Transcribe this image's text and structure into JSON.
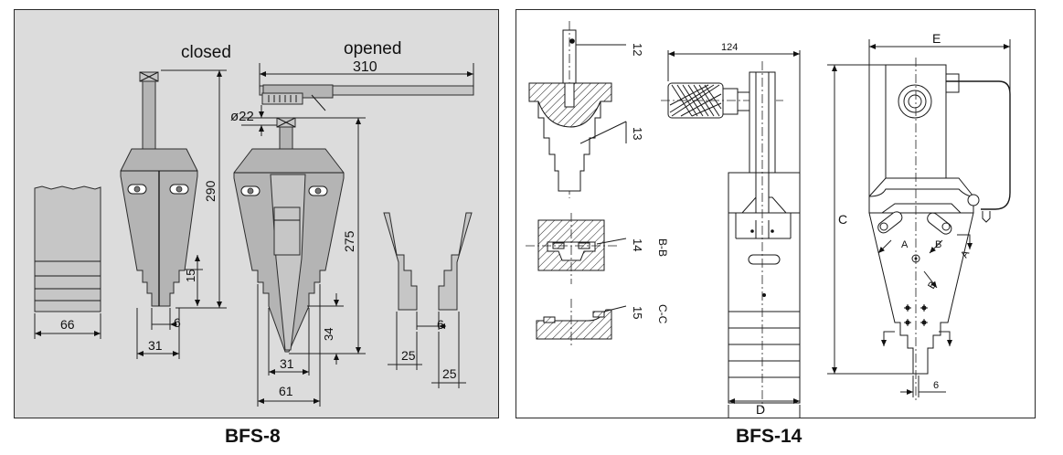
{
  "left_panel": {
    "caption": "BFS-8",
    "labels": {
      "closed": "closed",
      "opened": "opened",
      "dim_310": "310",
      "dim_22": "ø22",
      "dim_290": "290",
      "dim_275": "275",
      "dim_15": "15",
      "dim_6_closed": "6",
      "dim_31_closed": "31",
      "dim_66": "66",
      "dim_34": "34",
      "dim_31_open": "31",
      "dim_61": "61",
      "dim_6_jaw": "6",
      "dim_25_a": "25",
      "dim_25_b": "25"
    }
  },
  "right_panel": {
    "caption": "BFS-14",
    "labels": {
      "ref_12": "12",
      "ref_13": "13",
      "ref_14": "14",
      "ref_15": "15",
      "section_bb": "B-B",
      "section_cc": "C-C",
      "dim_124": "124",
      "dim_E": "E",
      "dim_C": "C",
      "dim_D": "D",
      "dim_6": "6",
      "mark_A_left": "A",
      "mark_B_left": "B",
      "mark_A_right": "A",
      "mark_B_lower": "B"
    }
  }
}
